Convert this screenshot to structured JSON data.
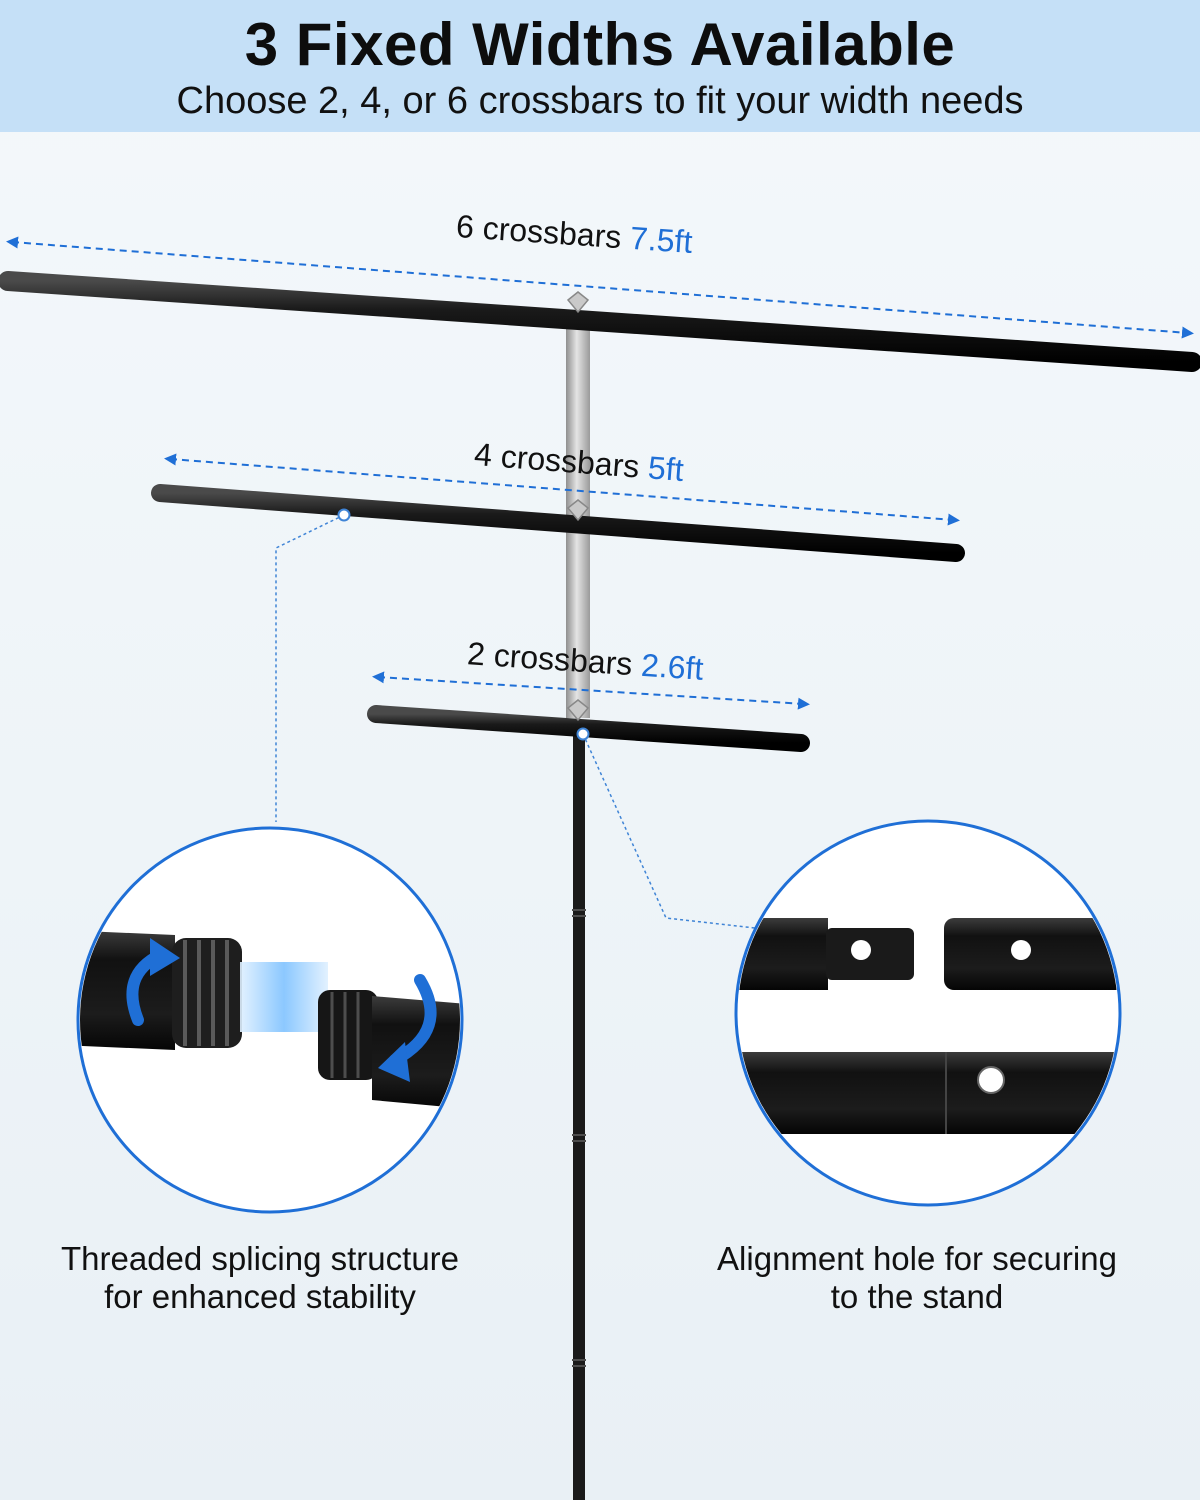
{
  "header": {
    "title": "3 Fixed Widths Available",
    "subtitle": "Choose 2, 4, or 6 crossbars to fit your width needs"
  },
  "crossbars": [
    {
      "label": "6 crossbars",
      "value": "7.5ft"
    },
    {
      "label": "4 crossbars",
      "value": "5ft"
    },
    {
      "label": "2 crossbars",
      "value": "2.6ft"
    }
  ],
  "callouts": {
    "threaded": {
      "line1": "Threaded splicing structure",
      "line2": "for enhanced stability"
    },
    "alignment": {
      "line1": "Alignment hole for securing",
      "line2": "to the stand"
    }
  },
  "colors": {
    "accent": "#1f6fd6",
    "header_bg": "#c5e0f7",
    "bar": "#1b1b1b"
  }
}
